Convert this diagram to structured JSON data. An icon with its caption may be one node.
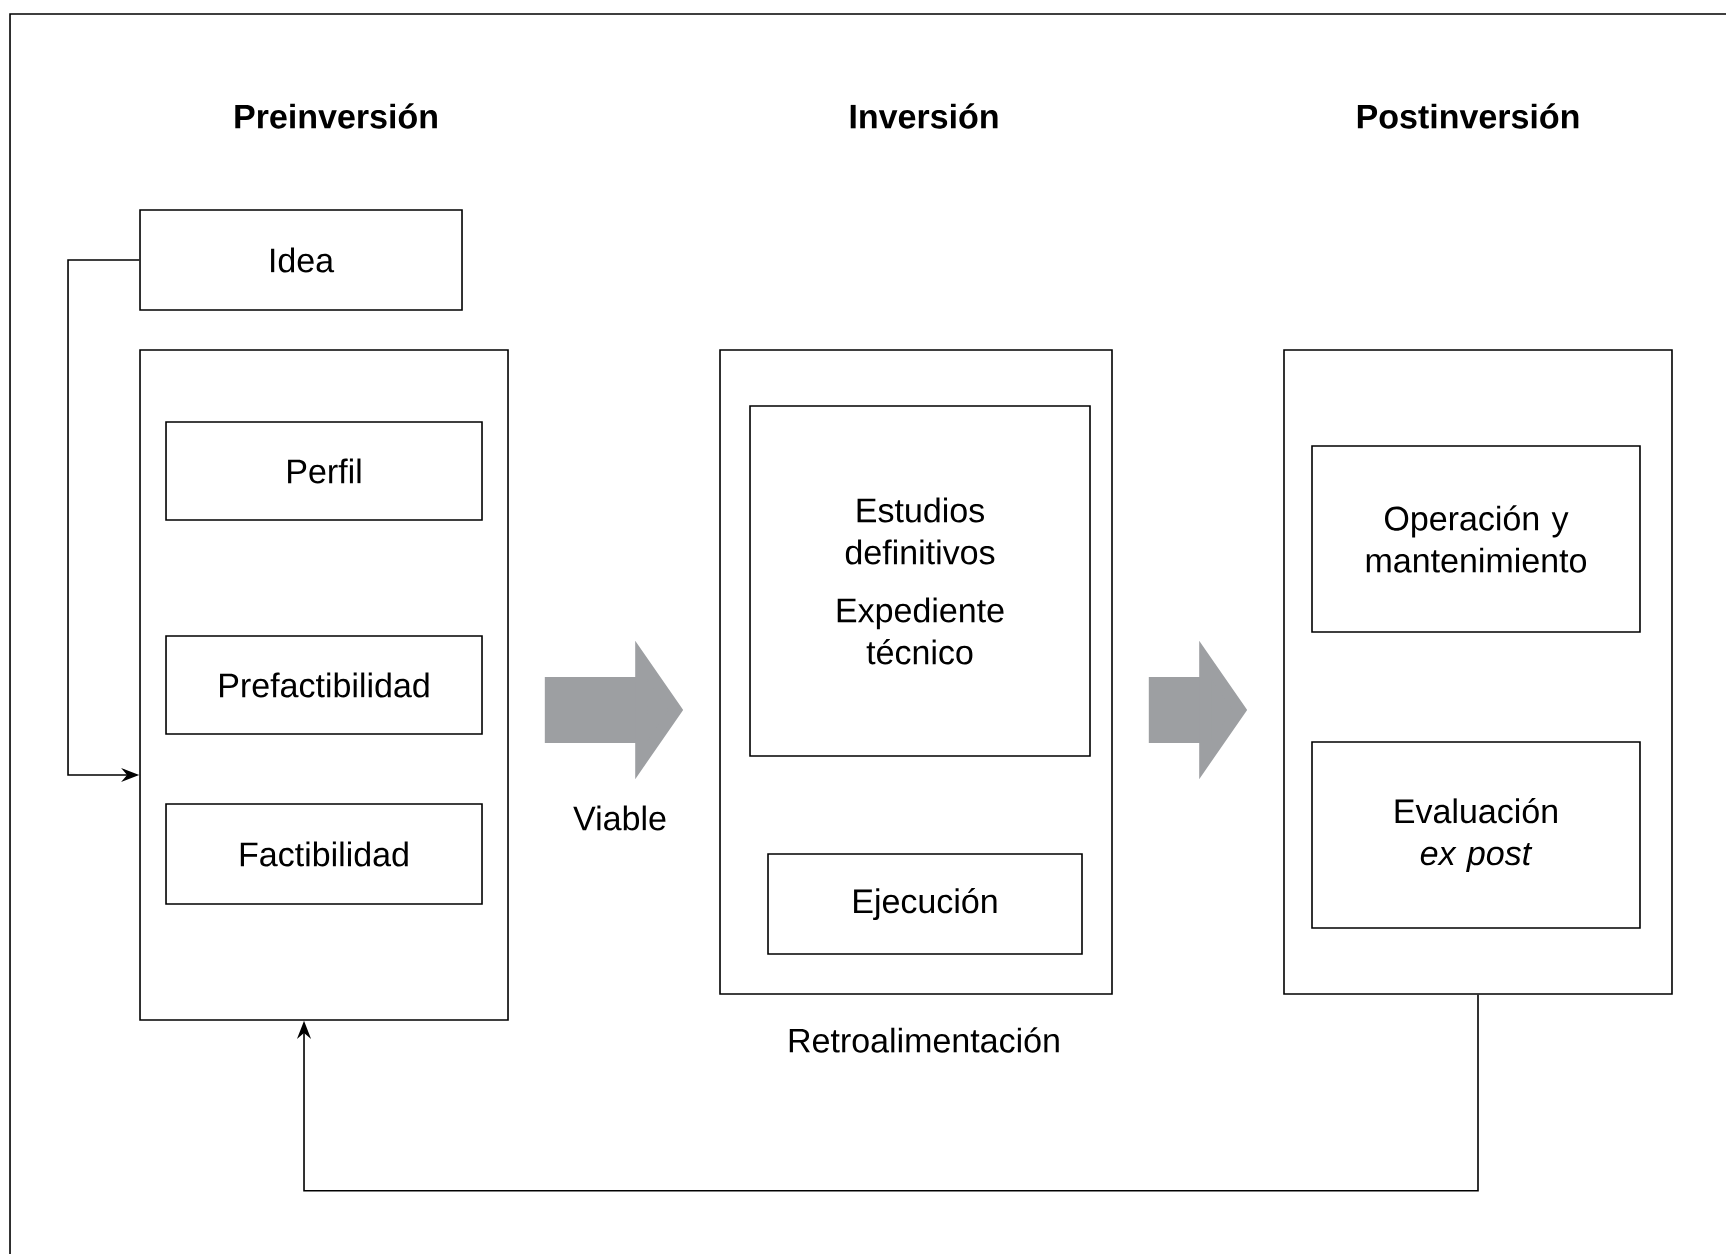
{
  "diagram": {
    "nodes": [
      {
        "text": [
          "Idea"
        ]
      },
      {
        "text": [],
        "shape": "box"
      },
      {
        "text": [
          "Perfil"
        ],
        "in": 1
      },
      {
        "text": [
          "Prefactibilidad"
        ],
        "in": 1
      },
      {
        "text": [
          "Factibilidad"
        ],
        "in": 1
      },
      {
        "text": [],
        "shape": "box"
      },
      {
        "text": [
          "Estudios definitivos",
          "Expediente técnico"
        ],
        "in": 5
      },
      {
        "text": [
          "Ejecución"
        ],
        "in": 5
      },
      {
        "text": [],
        "shape": "box"
      },
      {
        "text": [
          "Operación y mantenimiento"
        ],
        "in": 8
      },
      {
        "text": [
          "Evaluación *ex post*"
        ],
        "in": 8
      }
    ],
    "edges": [
      {
        "from": 0,
        "to": 1,
        "arrow": "to"
      },
      {
        "from": 1,
        "to": 5,
        "arrow": "to",
        "label": "Viable",
        "style": "thick",
        "color": "#9d9fa2"
      },
      {
        "from": 5,
        "to": 8,
        "arrow": "to",
        "style": "thick",
        "color": "#9d9fa2"
      },
      {
        "from": 8,
        "to": 1,
        "arrow": "to"
      }
    ],
    "labels": [
      "Preinversión",
      "Inversión",
      "Postinversión",
      "Retroalimentación"
    ]
  }
}
